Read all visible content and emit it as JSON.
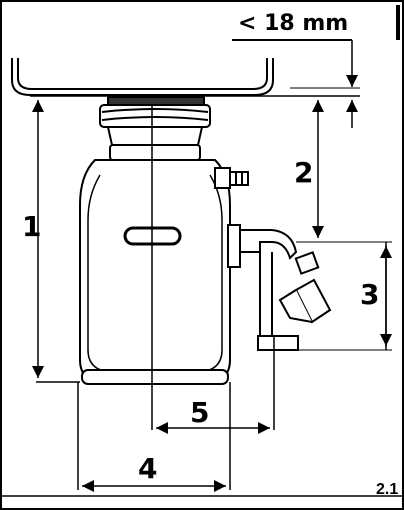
{
  "diagram": {
    "clearance_label": "< 18 mm",
    "dimension_labels": {
      "d1": "1",
      "d2": "2",
      "d3": "3",
      "d4": "4",
      "d5": "5"
    },
    "figure_number": "2.1",
    "line_color": "#000000",
    "background_color": "#ffffff"
  }
}
